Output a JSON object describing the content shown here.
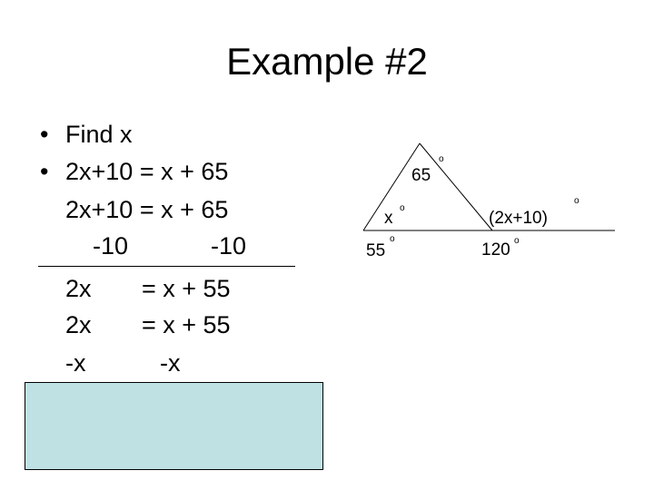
{
  "slide": {
    "title": "Example #2",
    "bullets": [
      "Find x",
      "2x+10 = x + 65"
    ],
    "work": {
      "line1": "2x+10 = x + 65",
      "line2_left": "-10",
      "line2_right": "-10",
      "line3_left": "2x",
      "line3_right": "= x + 55",
      "line4_left": "2x",
      "line4_right": "= x + 55",
      "line5_left": "-x",
      "line5_right": "-x"
    }
  },
  "diagram": {
    "top_angle": "65",
    "left_angle": "x",
    "right_exterior_angle": "(2x+10)",
    "left_exterior_angle": "55",
    "right_bottom_angle": "120",
    "degree_symbol": "o"
  }
}
